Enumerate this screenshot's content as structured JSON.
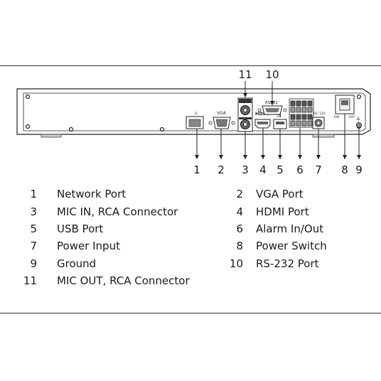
{
  "callout_numbers": [
    "1",
    "2",
    "3",
    "4",
    "5",
    "6",
    "7",
    "8",
    "9",
    "10",
    "11"
  ],
  "panel_labels": {
    "vga": "VGA",
    "rs232": "RS232",
    "hdmi": "HDMI",
    "dc12v": "DC 12V",
    "on": "ON",
    "off": "OFF"
  },
  "legend": [
    {
      "num": "1",
      "label": "Network Port"
    },
    {
      "num": "2",
      "label": "VGA Port"
    },
    {
      "num": "3",
      "label": "MIC IN, RCA Connector"
    },
    {
      "num": "4",
      "label": "HDMI Port"
    },
    {
      "num": "5",
      "label": "USB Port"
    },
    {
      "num": "6",
      "label": "Alarm In/Out"
    },
    {
      "num": "7",
      "label": "Power Input"
    },
    {
      "num": "8",
      "label": "Power Switch"
    },
    {
      "num": "9",
      "label": "Ground"
    },
    {
      "num": "10",
      "label": "RS-232 Port"
    },
    {
      "num": "11",
      "label": "MIC OUT, RCA Connector"
    }
  ]
}
